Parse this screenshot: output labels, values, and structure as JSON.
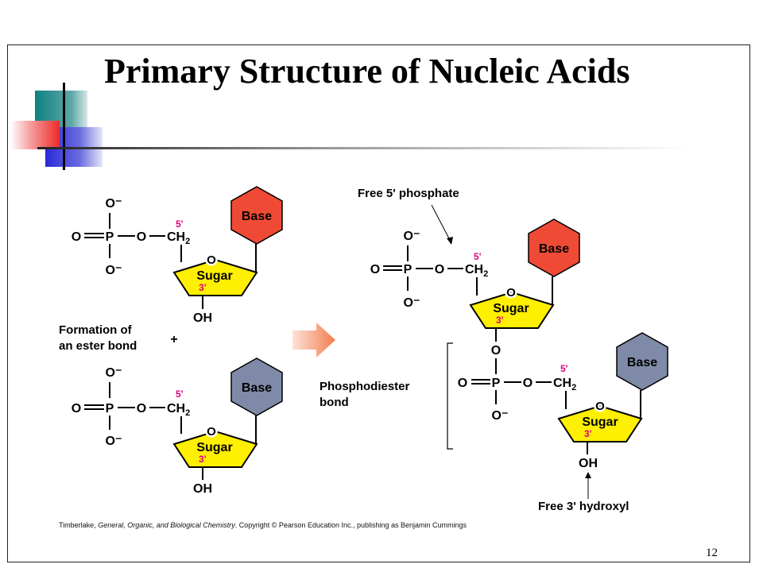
{
  "slide": {
    "title": "Primary Structure of Nucleic Acids",
    "page_number": "12",
    "credit_parts": [
      "Timberlake, ",
      "General, Organic, and Biological Chemistry",
      ". Copyright © Pearson Education Inc., publishing as Benjamin Cummings"
    ]
  },
  "diagram": {
    "labels": {
      "formation": [
        "Formation of",
        "an ester bond"
      ],
      "plus": "+",
      "free_phosphate": "Free 5' phosphate",
      "phosphodiester": [
        "Phosphodiester",
        "bond"
      ],
      "free_hydroxyl": "Free 3' hydroxyl"
    },
    "atoms": {
      "o_minus": "O⁻",
      "o": "O",
      "p": "P",
      "ch2": "CH",
      "ch2_sub": "2",
      "oh": "OH",
      "five_prime": "5'",
      "three_prime": "3'",
      "sugar": "Sugar",
      "base": "Base"
    },
    "colors": {
      "base_red": "#ef4a35",
      "base_blue": "#7f8aa8",
      "sugar": "#ffef00",
      "prime": "#e0007a",
      "arrow": "#f47d4f"
    }
  }
}
